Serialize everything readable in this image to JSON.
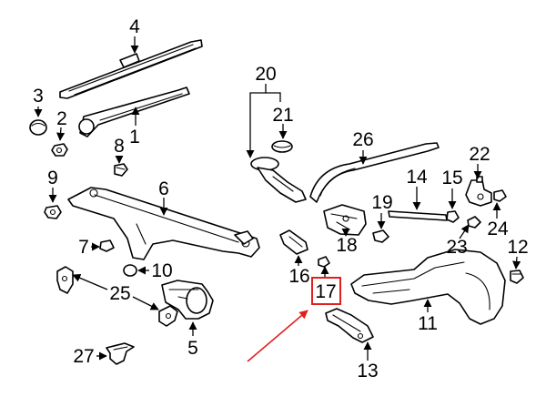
{
  "callouts": [
    {
      "id": "c1",
      "label": "1"
    },
    {
      "id": "c2",
      "label": "2"
    },
    {
      "id": "c3",
      "label": "3"
    },
    {
      "id": "c4",
      "label": "4"
    },
    {
      "id": "c5",
      "label": "5"
    },
    {
      "id": "c6",
      "label": "6"
    },
    {
      "id": "c7",
      "label": "7"
    },
    {
      "id": "c8",
      "label": "8"
    },
    {
      "id": "c9",
      "label": "9"
    },
    {
      "id": "c10",
      "label": "10"
    },
    {
      "id": "c11",
      "label": "11"
    },
    {
      "id": "c12",
      "label": "12"
    },
    {
      "id": "c13",
      "label": "13"
    },
    {
      "id": "c14",
      "label": "14"
    },
    {
      "id": "c15",
      "label": "15"
    },
    {
      "id": "c16",
      "label": "16"
    },
    {
      "id": "c17",
      "label": "17"
    },
    {
      "id": "c18",
      "label": "18"
    },
    {
      "id": "c19",
      "label": "19"
    },
    {
      "id": "c20",
      "label": "20"
    },
    {
      "id": "c21",
      "label": "21"
    },
    {
      "id": "c22",
      "label": "22"
    },
    {
      "id": "c23",
      "label": "23"
    },
    {
      "id": "c24",
      "label": "24"
    },
    {
      "id": "c25",
      "label": "25"
    },
    {
      "id": "c26",
      "label": "26"
    },
    {
      "id": "c27",
      "label": "27"
    }
  ],
  "highlight": {
    "callout": "17",
    "box_color": "#e0201c",
    "arrow_color": "#e0201c"
  }
}
